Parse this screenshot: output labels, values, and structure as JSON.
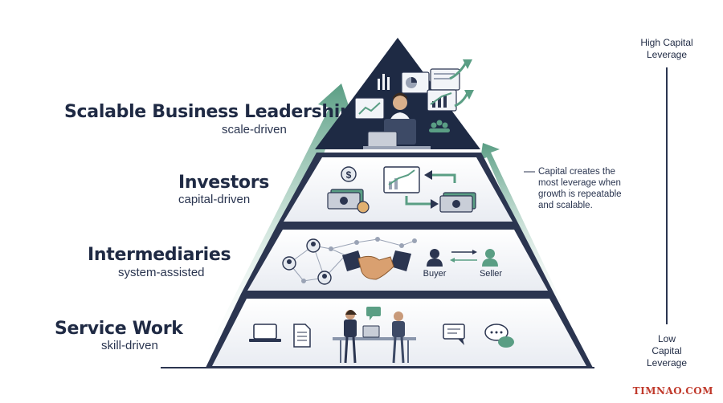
{
  "tiers": [
    {
      "title": "Scalable Business Leadership",
      "subtitle": "scale-driven"
    },
    {
      "title": "Investors",
      "subtitle": "capital-driven"
    },
    {
      "title": "Intermediaries",
      "subtitle": "system-assisted"
    },
    {
      "title": "Service Work",
      "subtitle": "skill-driven"
    }
  ],
  "scale": {
    "top_label": "High Capital\nLeverage",
    "bottom_label": "Low\nCapital\nLeverage"
  },
  "note": "Capital creates the\nmost leverage when\ngrowth is repeatable\nand scalable.",
  "intermediaries": {
    "buyer_label": "Buyer",
    "seller_label": "Seller"
  },
  "currency_symbol": "$",
  "watermark": "TIMNAO.COM",
  "colors": {
    "navy": "#1e2a44",
    "green": "#5a9e84",
    "panel": "#f2f4f8",
    "outline": "#2b3550"
  },
  "icons": [
    "laptop-icon",
    "document-icon",
    "chat-bubble-icon",
    "handshake-icon",
    "network-icon",
    "money-icon",
    "growth-chart-icon",
    "person-icon"
  ]
}
